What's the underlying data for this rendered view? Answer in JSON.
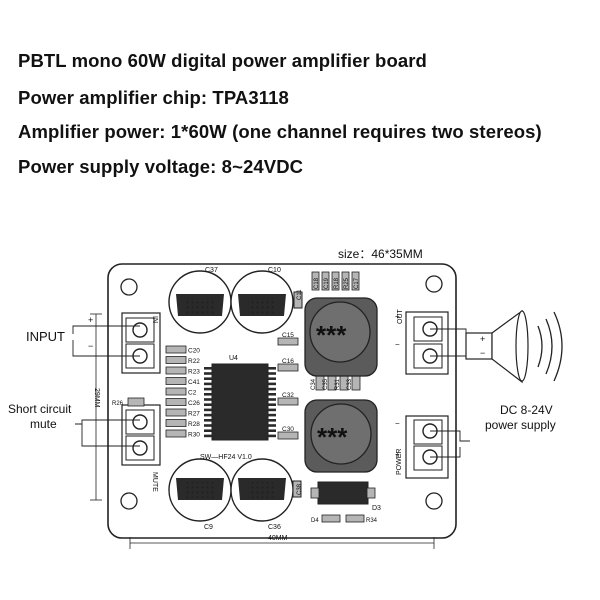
{
  "specs": {
    "line1": "PBTL mono 60W digital power amplifier board",
    "line2": "Power amplifier chip: TPA3118",
    "line3": "Amplifier power: 1*60W (one channel requires two stereos)",
    "line4": "Power supply voltage: 8~24VDC"
  },
  "board": {
    "size_label": "size：46*35MM",
    "chip_label": "U4",
    "board_name": "SW—HF24 V1.0",
    "dim_height": "29MM",
    "dim_width": "40MM",
    "inductor_mark": "***",
    "silk_in": "IN",
    "silk_mute": "MUTE",
    "silk_out": "OUT",
    "silk_power": "POWER",
    "plus": "+",
    "minus": "−"
  },
  "callouts": {
    "input": "INPUT",
    "short_1": "Short circuit",
    "short_2": "mute",
    "dc_1": "DC 8-24V",
    "dc_2": "power supply"
  },
  "components": {
    "caps_big": [
      "C37",
      "C10",
      "C9",
      "C36"
    ],
    "left_parts": [
      "C20",
      "R22",
      "R23",
      "C41",
      "C2",
      "C26",
      "R27",
      "R28",
      "R30"
    ],
    "right_parts": [
      "C15",
      "C16",
      "C32",
      "C30"
    ],
    "top_parts": [
      "C18",
      "C19",
      "R18",
      "R25",
      "C17"
    ],
    "mid_parts": [
      "C34",
      "C35",
      "R31",
      "C33"
    ],
    "misc": [
      "C11",
      "R26",
      "C38",
      "D3",
      "D4",
      "R34"
    ]
  },
  "colors": {
    "line": "#222222",
    "board_fill": "#ffffff",
    "part_fill": "#b5b5b5",
    "inductor_fill": "#5b5b5b",
    "cap_dark": "#2a2a2a"
  }
}
